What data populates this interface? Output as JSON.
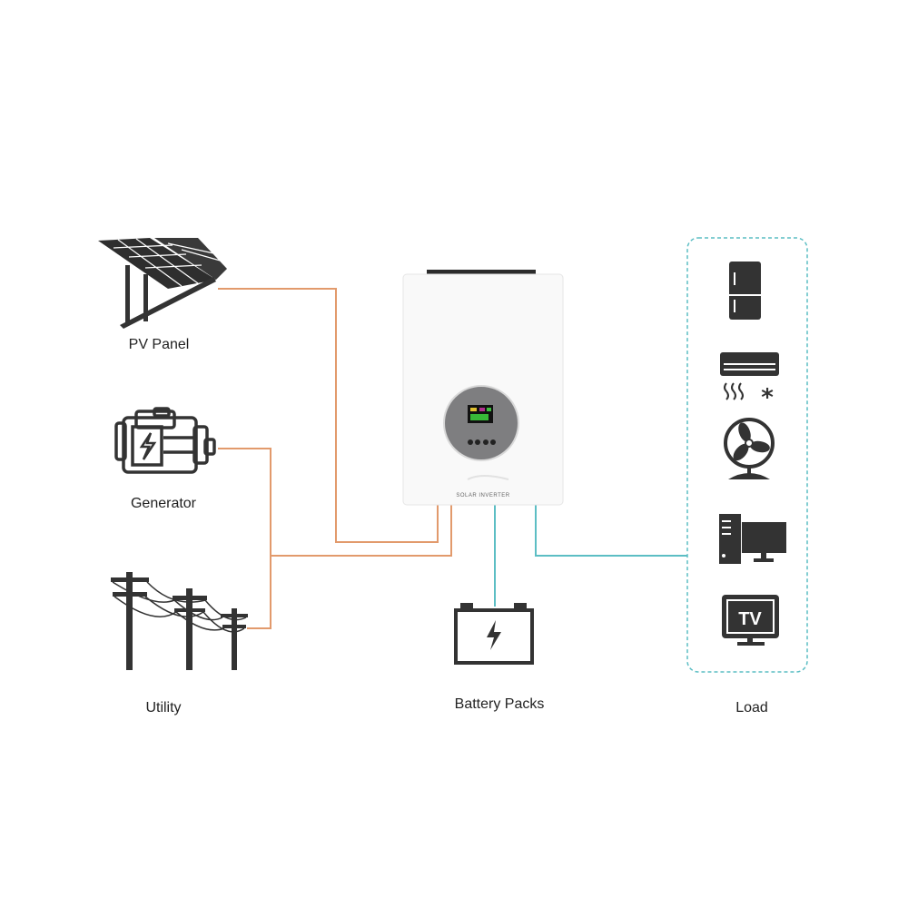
{
  "colors": {
    "ac_line": "#e29a6c",
    "dc_line": "#5cbec4",
    "icon": "#333333"
  },
  "labels": {
    "pv_panel": "PV Panel",
    "generator": "Generator",
    "utility": "Utility",
    "battery": "Battery Packs",
    "load": "Load"
  },
  "inverter": {
    "brand_text": "SOLAR INVERTER"
  },
  "load_icons": [
    "refrigerator-icon",
    "air-conditioner-icon",
    "fan-icon",
    "computer-icon",
    "tv-icon"
  ],
  "tv_text": "TV"
}
